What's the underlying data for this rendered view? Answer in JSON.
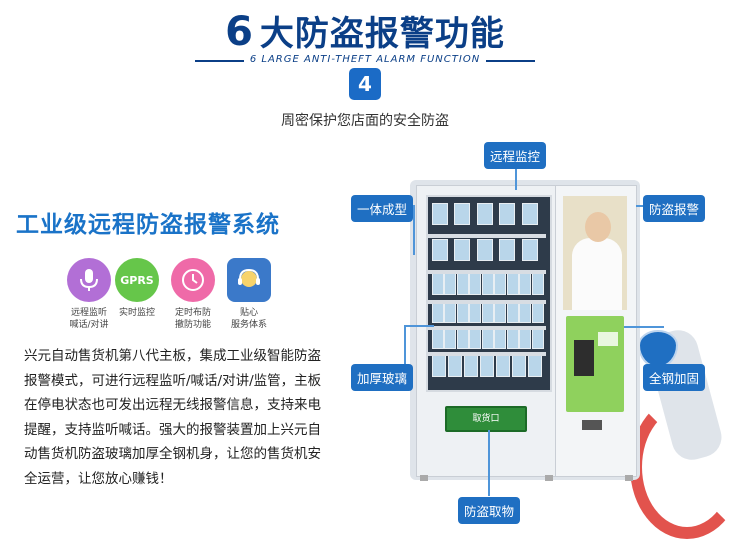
{
  "header": {
    "number": "6",
    "title": "大防盗报警功能",
    "subtitle": "6 LARGE ANTI-THEFT ALARM FUNCTION",
    "badge": "4",
    "tagline": "周密保护您店面的安全防盗"
  },
  "left": {
    "heading": "工业级远程防盗报警系统",
    "features": [
      {
        "icon": "microphone-icon",
        "line1": "远程监听",
        "line2": "喊话/对讲",
        "color": "#b26fd6"
      },
      {
        "icon": "gprs-icon",
        "text": "GPRS",
        "line1": "实时监控",
        "line2": "",
        "color": "#66c64a"
      },
      {
        "icon": "clock-icon",
        "line1": "定时布防",
        "line2": "撤防功能",
        "color": "#ef6aa8"
      },
      {
        "icon": "customer-service-icon",
        "line1": "贴心",
        "line2": "服务体系",
        "color": "#3b79c9"
      }
    ],
    "description": "兴元自动售货机第八代主板，集成工业级智能防盗报警模式，可进行远程监听/喊话/对讲/监管，主板在停电状态也可发出远程无线报警信息，支持来电提醒，支持监听喊话。强大的报警装置加上兴元自动售货机防盗玻璃加厚全钢机身，让您的售货机安全运营，让您放心赚钱！"
  },
  "machine": {
    "pickup_label": "取货口"
  },
  "callouts": {
    "remote": "远程监控",
    "oneform": "一体成型",
    "antitheft": "防盗报警",
    "glass": "加厚玻璃",
    "steel": "全钢加固",
    "pickup": "防盗取物"
  }
}
